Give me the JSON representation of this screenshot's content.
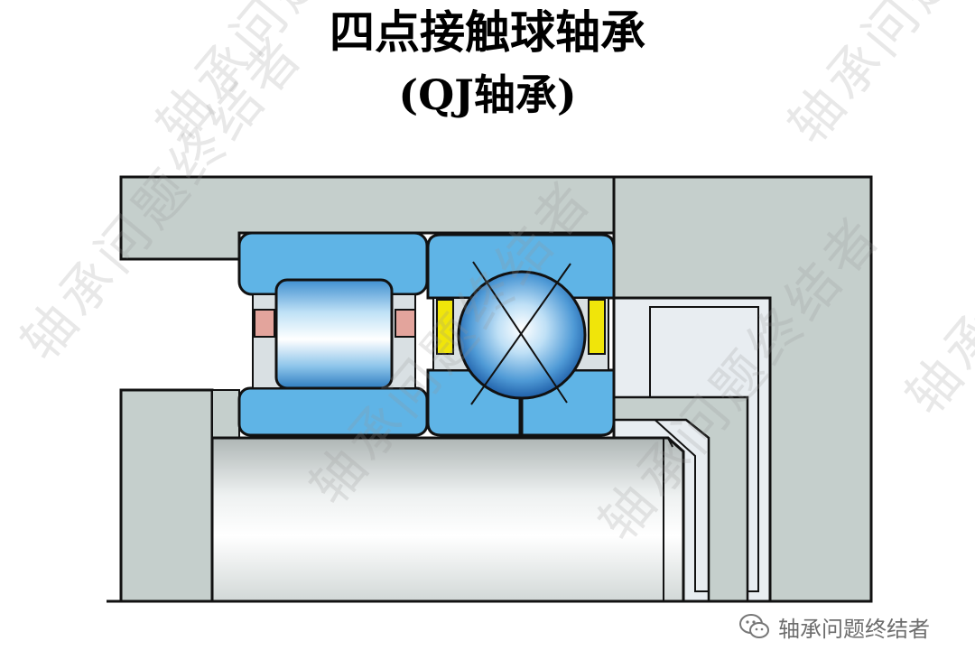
{
  "title": {
    "main": "四点接触球轴承",
    "sub": "(QJ轴承)"
  },
  "credit": {
    "text": "轴承问题终结者",
    "icon": "wechat-icon"
  },
  "watermark": {
    "text": "轴承问题终结者"
  },
  "colors": {
    "housing": "#c5cfcc",
    "ring": "#5fb4e6",
    "cage_yellow": "#f0e50a",
    "cage_pink": "#e3a49c",
    "outline": "#111111",
    "shaft_light": "#f4f6f6",
    "shaft_dark": "#9aa3a2",
    "spacer": "#e8edf1"
  }
}
